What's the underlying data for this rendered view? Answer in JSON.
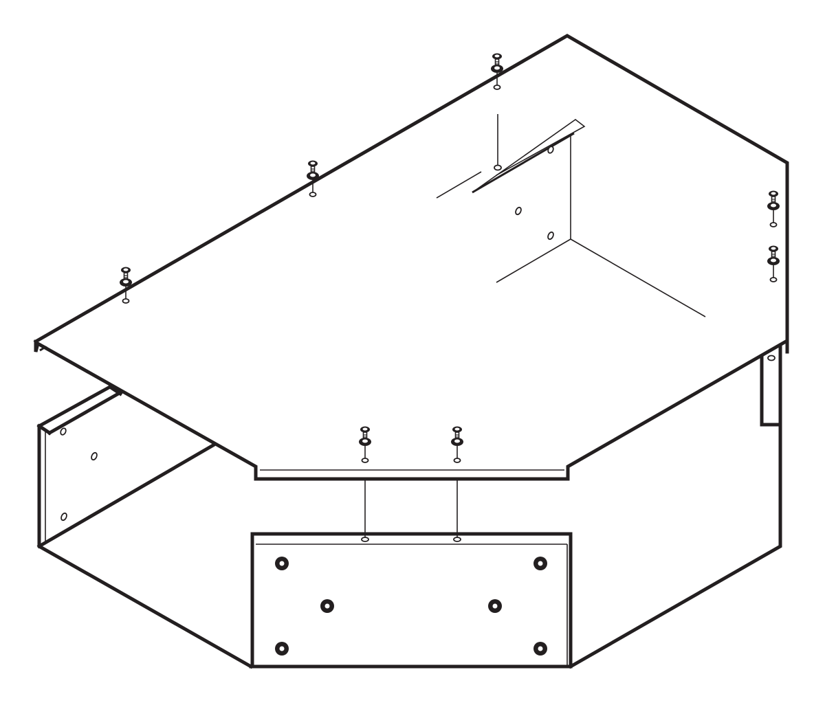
{
  "diagram": {
    "subject": "exploded-isometric-assembly",
    "stroke_color": "#231f20",
    "background": "#ffffff",
    "fasteners": [
      {
        "id": "cover-screw-top-center"
      },
      {
        "id": "cover-screw-top-left"
      },
      {
        "id": "cover-screw-left"
      },
      {
        "id": "cover-screw-right-upper"
      },
      {
        "id": "cover-screw-right-lower"
      },
      {
        "id": "cover-screw-front-left"
      },
      {
        "id": "cover-screw-front-right"
      }
    ]
  }
}
